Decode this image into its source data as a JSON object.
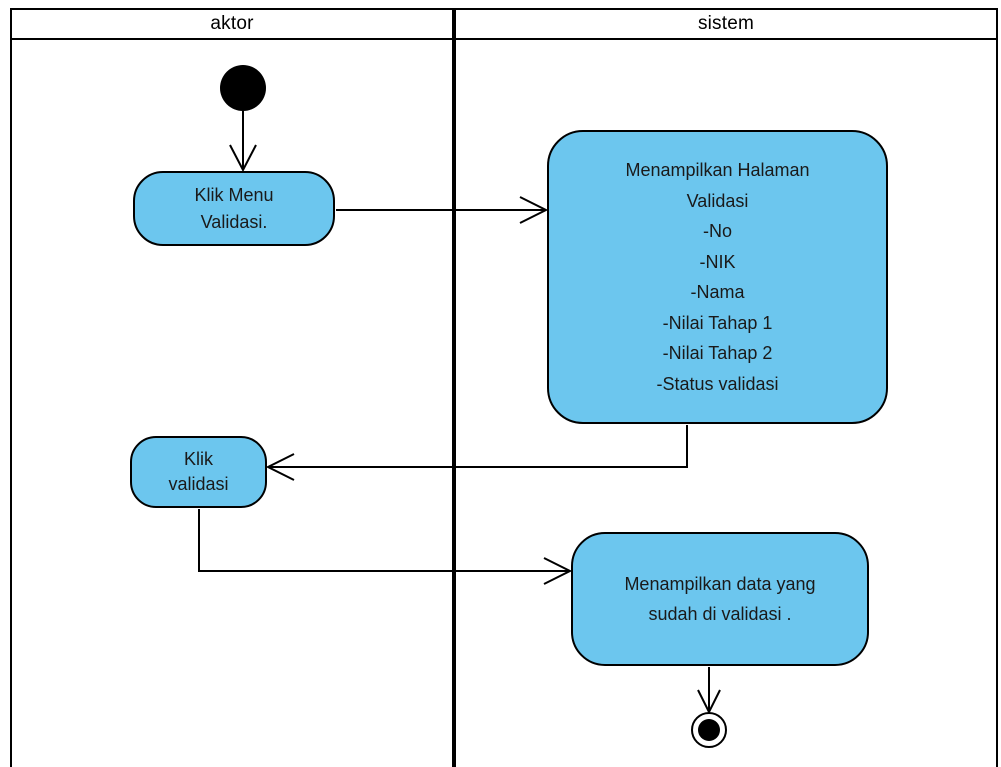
{
  "lanes": [
    {
      "label": "aktor"
    },
    {
      "label": "sistem"
    }
  ],
  "nodes": {
    "klik_menu": {
      "lines": [
        "Klik Menu",
        "Validasi."
      ]
    },
    "tampil_halaman": {
      "lines": [
        "Menampilkan Halaman",
        "Validasi",
        "-No",
        "-NIK",
        "-Nama",
        "-Nilai Tahap 1",
        "-Nilai Tahap 2",
        "-Status validasi"
      ]
    },
    "klik_validasi": {
      "lines": [
        "Klik",
        "validasi"
      ]
    },
    "tampil_data": {
      "lines": [
        "Menampilkan data yang",
        "sudah di validasi ."
      ]
    }
  },
  "colors": {
    "activity_fill": "#6cc6ee",
    "line": "#000000",
    "background": "#ffffff"
  }
}
